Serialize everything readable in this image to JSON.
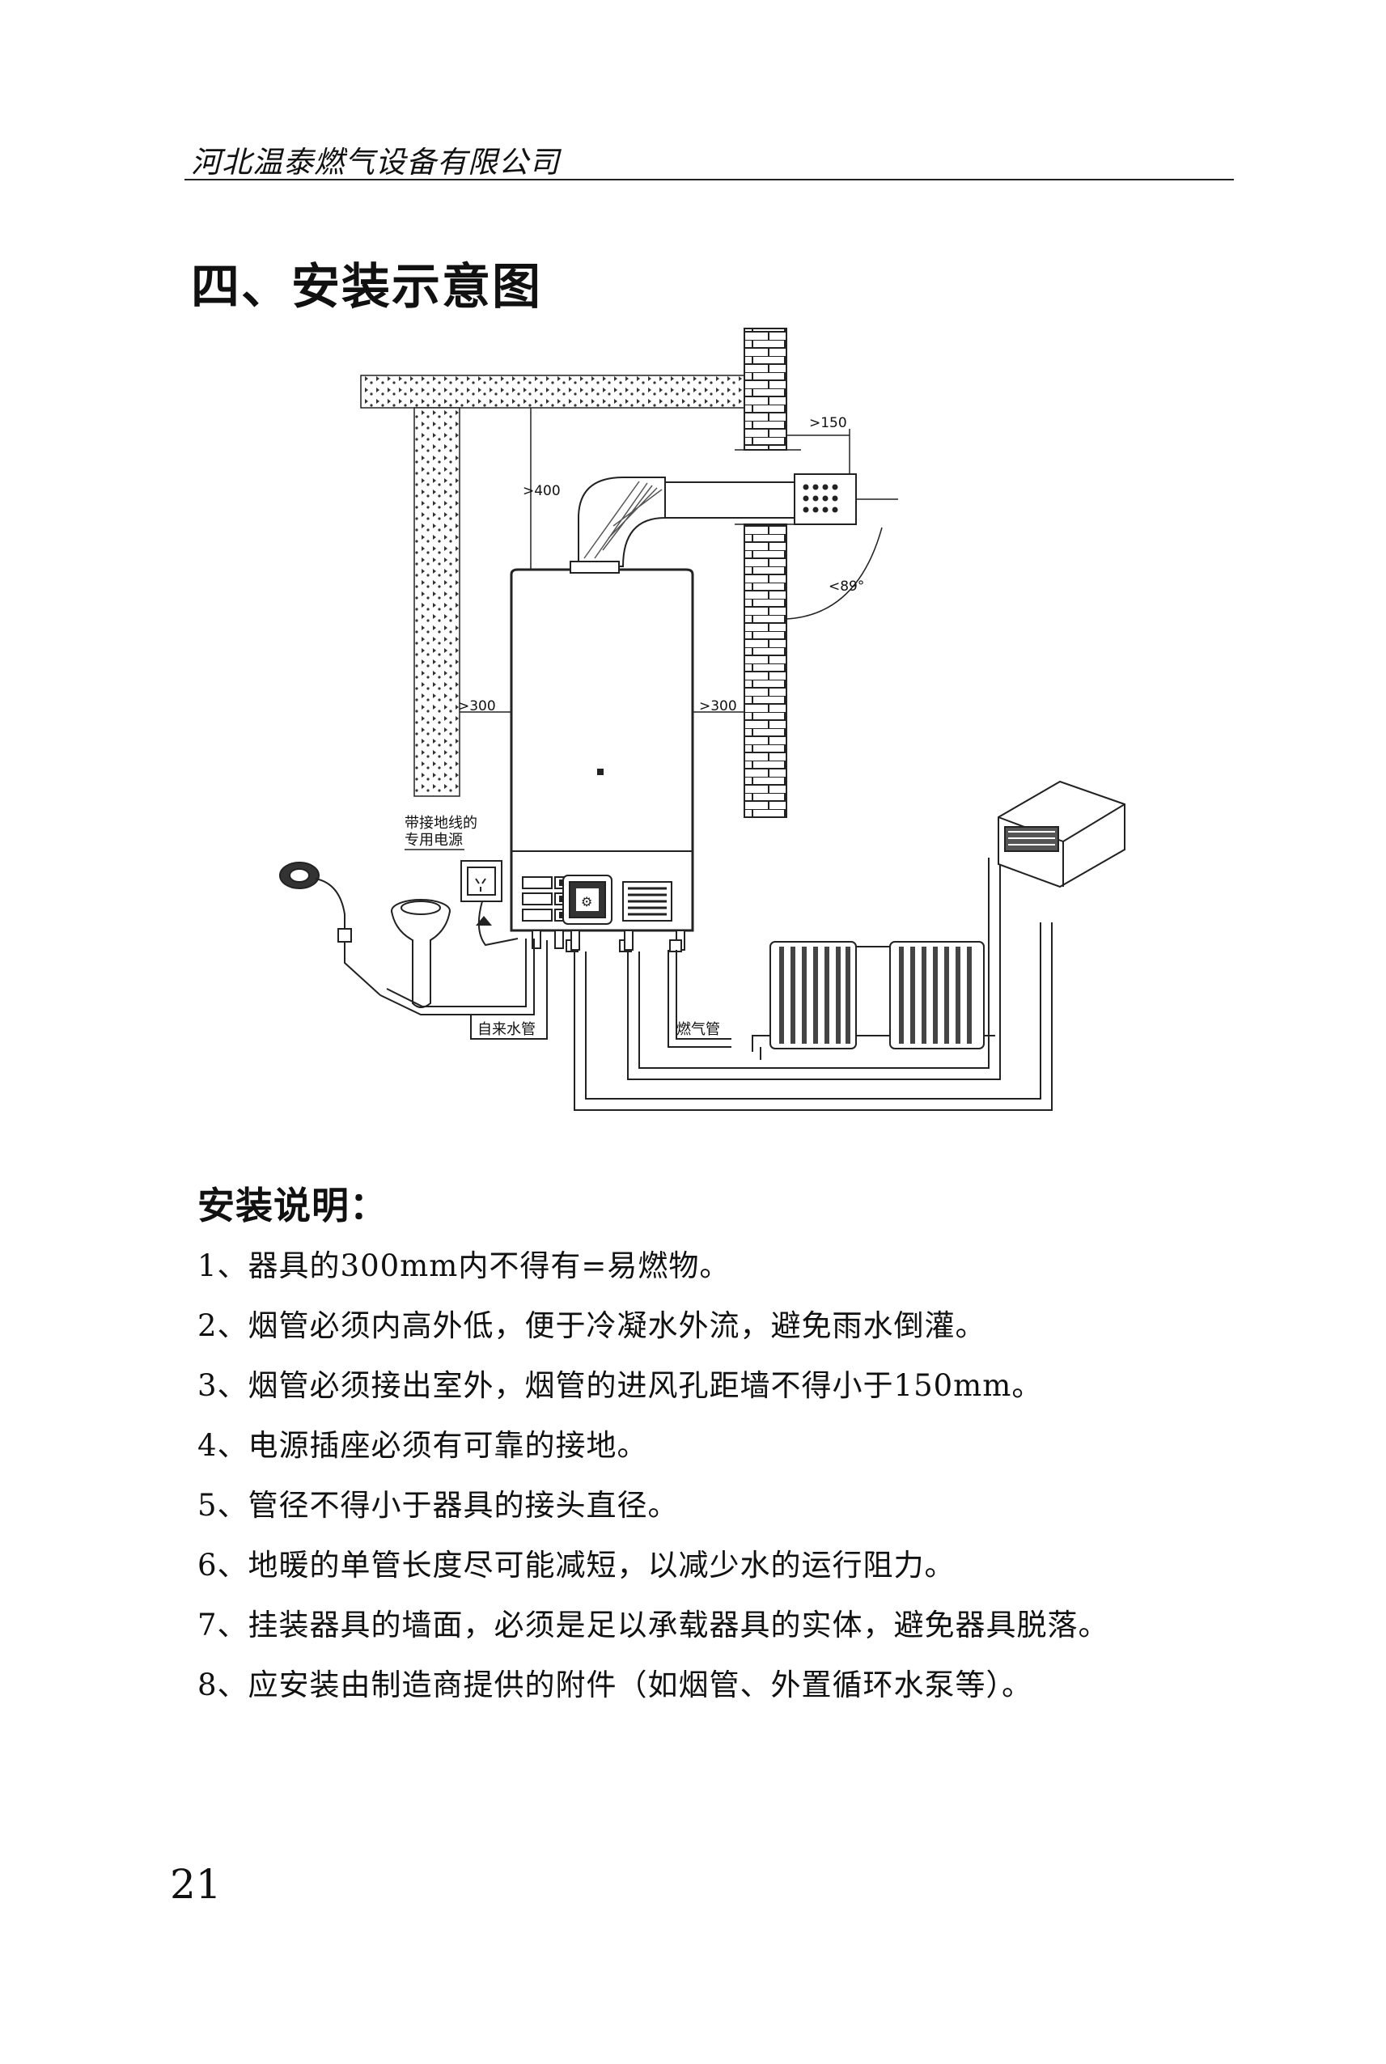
{
  "header": {
    "company": "河北温泰燃气设备有限公司"
  },
  "section": {
    "title": "四、安装示意图"
  },
  "diagram": {
    "labels": {
      "top_clearance": ">400",
      "flue_wall_clearance": ">150",
      "flue_angle": "<89°",
      "left_clearance": ">300",
      "right_clearance": ">300",
      "power_line1": "带接地线的",
      "power_line2": "专用电源",
      "water_pipe": "自来水管",
      "gas_pipe": "燃气管"
    }
  },
  "notes": {
    "title": "安装说明：",
    "items": [
      "1、器具的300mm内不得有=易燃物。",
      "2、烟管必须内高外低，便于冷凝水外流，避免雨水倒灌。",
      "3、烟管必须接出室外，烟管的进风孔距墙不得小于150mm。",
      "4、电源插座必须有可靠的接地。",
      "5、管径不得小于器具的接头直径。",
      "6、地暖的单管长度尽可能减短，以减少水的运行阻力。",
      "7、挂装器具的墙面，必须是足以承载器具的实体，避免器具脱落。",
      "8、应安装由制造商提供的附件（如烟管、外置循环水泵等）。"
    ]
  },
  "page": {
    "number": "21"
  }
}
